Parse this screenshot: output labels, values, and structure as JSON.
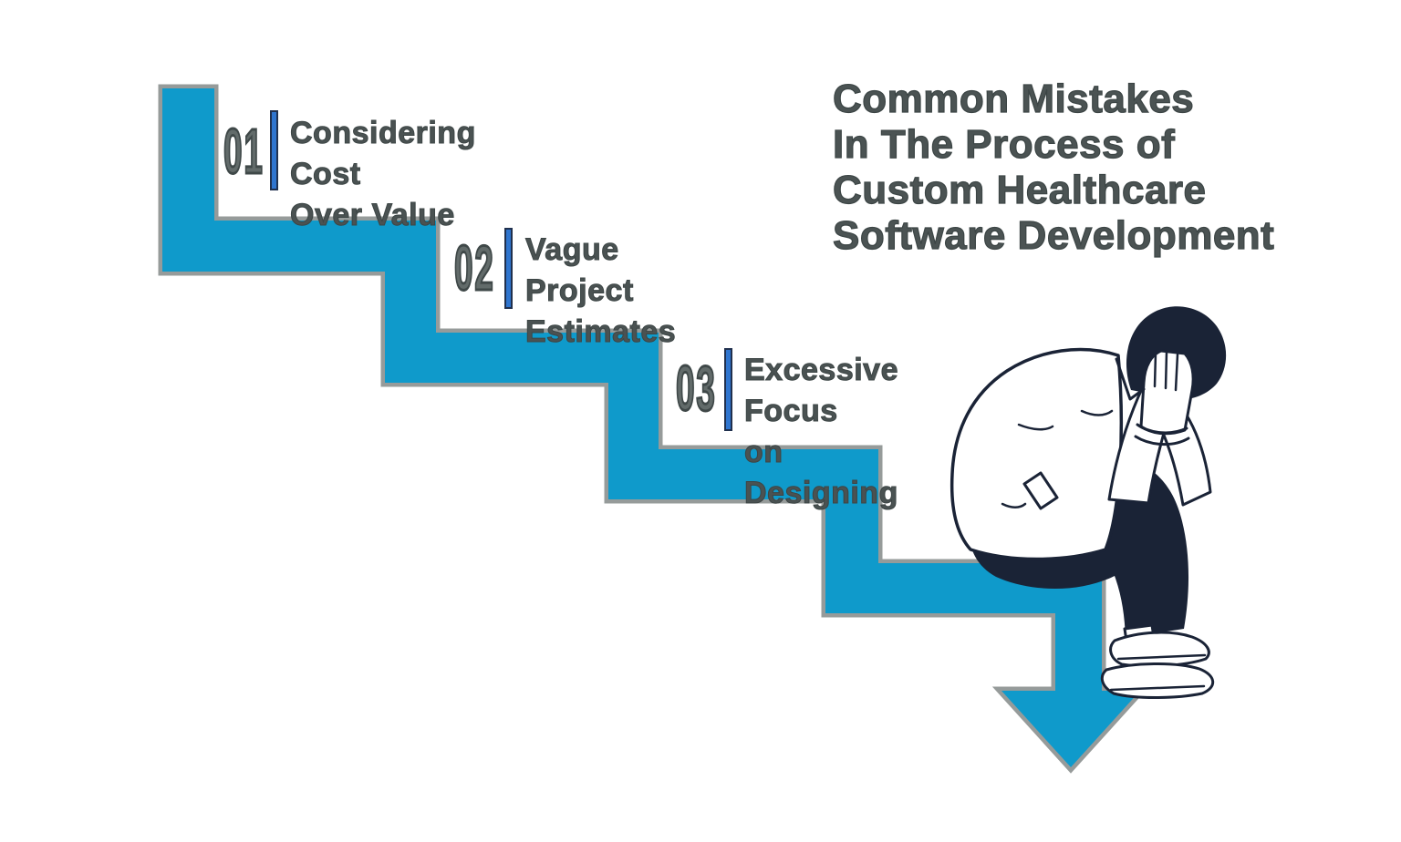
{
  "title": {
    "text": "Common Mistakes\nIn The Process of\nCustom Healthcare\nSoftware Development"
  },
  "steps": [
    {
      "number": "01",
      "label": "Considering Cost\nOver Value"
    },
    {
      "number": "02",
      "label": "Vague Project\nEstimates"
    },
    {
      "number": "03",
      "label": "Excessive Focus\non Designing"
    }
  ],
  "illustration": {
    "alt": "Dejected man sitting hunched on the bottom stair with his hand on his head"
  },
  "colors": {
    "stair_blue": "#0f9acb",
    "stair_outline_gray": "#969b9a",
    "accent_bar_blue": "#2f75cf",
    "accent_bar_edge_navy": "#20304e",
    "person_navy": "#1a2336",
    "text_gray": "#4a5252"
  }
}
